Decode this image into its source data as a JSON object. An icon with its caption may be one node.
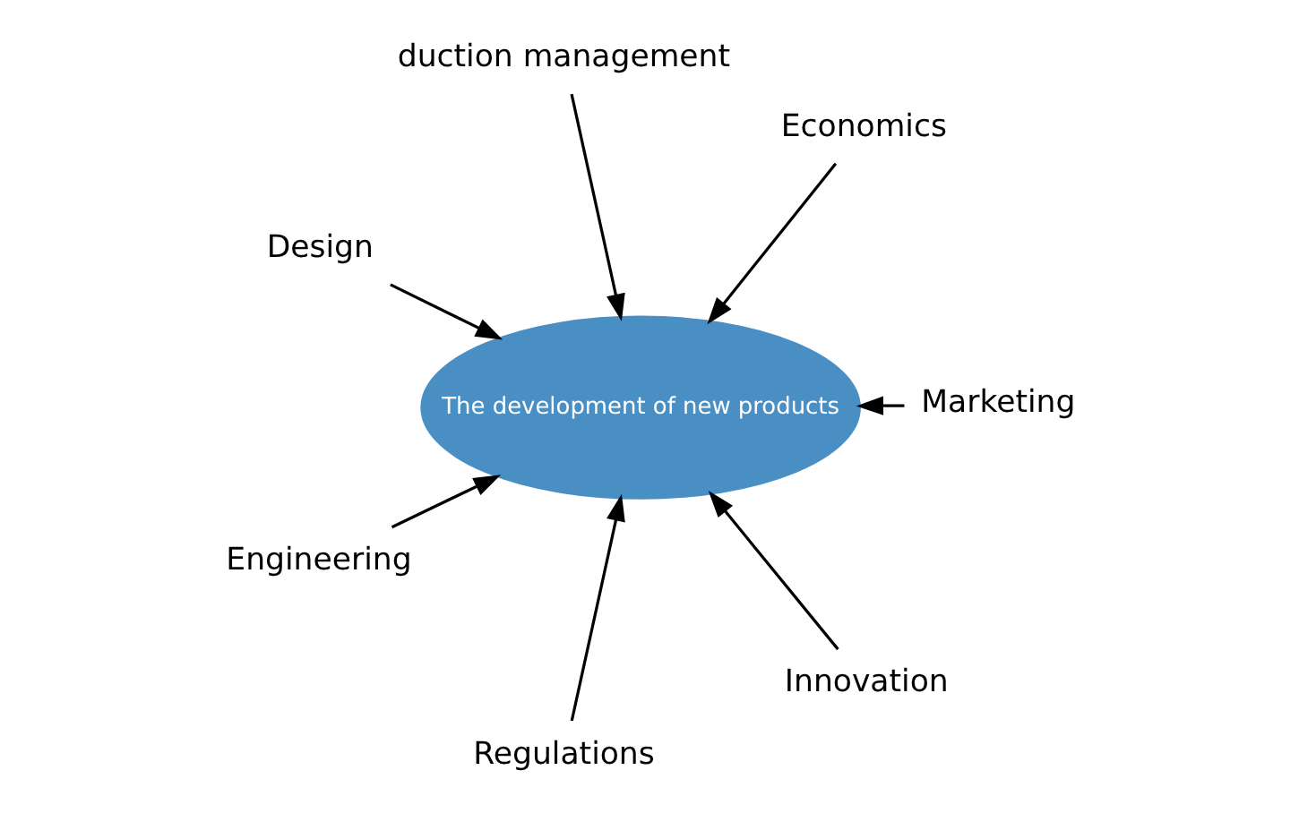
{
  "diagram": {
    "nodes": [
      {
        "text": [
          "The development of new products"
        ]
      },
      {
        "text": [
          "Marketing"
        ]
      },
      {
        "text": [
          "Regulations"
        ]
      },
      {
        "text": [
          "Design"
        ]
      },
      {
        "text": [
          "Economics"
        ]
      },
      {
        "text": [
          "duction management"
        ]
      },
      {
        "text": [
          "Engineering"
        ]
      },
      {
        "text": [
          "Innovation"
        ]
      }
    ],
    "edges": [
      {
        "from": 1,
        "to": 0,
        "arrow": "to"
      },
      {
        "from": 2,
        "to": 0,
        "arrow": "to"
      },
      {
        "from": 3,
        "to": 0,
        "arrow": "to"
      },
      {
        "from": 4,
        "to": 0,
        "arrow": "to"
      },
      {
        "from": 5,
        "to": 0,
        "arrow": "to"
      },
      {
        "from": 6,
        "to": 0,
        "arrow": "to"
      },
      {
        "from": 7,
        "to": 0,
        "arrow": "to"
      }
    ]
  }
}
